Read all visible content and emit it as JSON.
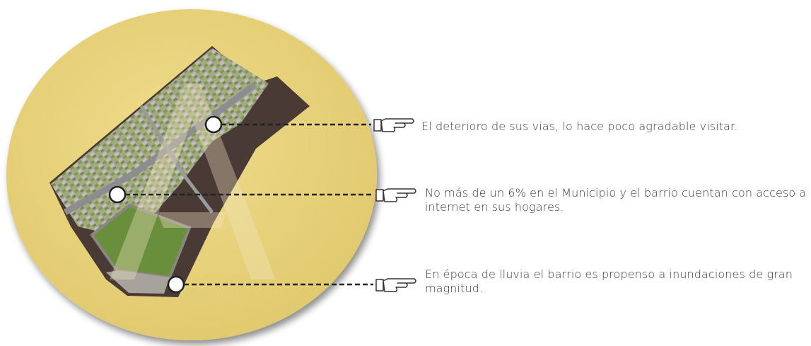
{
  "annotations": [
    {
      "text": "El deterioro de sus vias, lo hace poco agradable visitar."
    },
    {
      "text": "No más de un 6% en el Municipio y el barrio cuentan con acceso a internet en sus hogares."
    },
    {
      "text": "En época de lluvia el barrio es propenso a inundaciones de gran magnitud."
    }
  ],
  "colors": {
    "circle_fill": "#e8d27b",
    "terrain_dark": "#4a3a36",
    "park_green": "#6a8f3c",
    "building_gray": "#b9b4ae",
    "leader_line": "#222222"
  },
  "icons": {
    "pointer": "pointing-hand-icon",
    "marker": "white-dot-marker"
  }
}
